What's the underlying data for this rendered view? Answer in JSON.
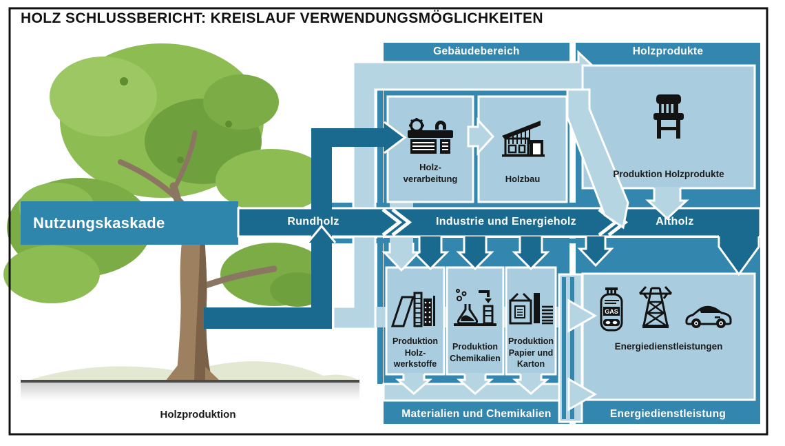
{
  "title": "HOLZ SCHLUSSBERICHT: KREISLAUF VERWENDUNGSMÖGLICHKEITEN",
  "left_side": {
    "cascade_banner": "Nutzungskaskade",
    "ground_label": "Holzproduktion",
    "tree_icon": "tree-illustration"
  },
  "cascade_band": {
    "segments": [
      {
        "label": "Rundholz"
      },
      {
        "label": "Industrie und Energieholz"
      },
      {
        "label": "Altholz"
      }
    ]
  },
  "panels": [
    {
      "header": "Gebäudebereich",
      "boxes": [
        {
          "label": "Holz-\nverarbeitung",
          "icon": "sawmill-icon"
        },
        {
          "label": "Holzbau",
          "icon": "timber-house-icon"
        }
      ]
    },
    {
      "header": "Holzprodukte",
      "boxes": [
        {
          "label": "Produktion Holzprodukte",
          "icon": "chair-icon"
        }
      ]
    },
    {
      "header": "Materialien und Chemikalien",
      "boxes": [
        {
          "label": "Produktion\nHolz-\nwerkstoffe",
          "icon": "wood-panels-icon"
        },
        {
          "label": "Produktion\nChemikalien",
          "icon": "chemistry-icon"
        },
        {
          "label": "Produktion\nPapier und\nKarton",
          "icon": "paper-box-icon"
        }
      ]
    },
    {
      "header": "Energiedienstleistung",
      "boxes": [
        {
          "label": "Energiedienstleistungen",
          "icons": [
            "gas-bottle-icon",
            "power-tower-icon",
            "car-icon"
          ],
          "gas_label": "GAS"
        }
      ]
    }
  ],
  "colors": {
    "dark_flow": "#1A6A90",
    "panel_blue": "#3387AE",
    "light_box": "#A9CDDE",
    "light_flow": "#B6D5E3",
    "canopy_green": "#8CBC52",
    "trunk_brown": "#9C8060",
    "ground_line": "#4A4A4A"
  }
}
